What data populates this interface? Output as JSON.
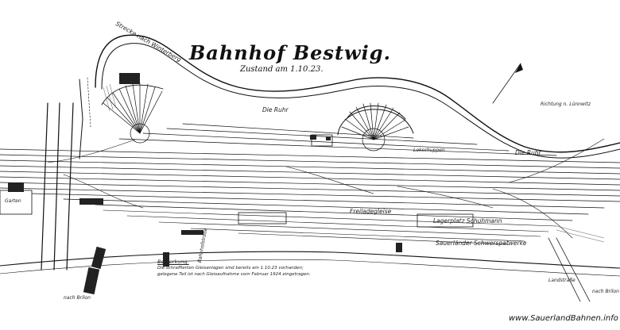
{
  "map": {
    "title": "Bahnhof Bestwig.",
    "subtitle": "Zustand am 1.10.23.",
    "labels": {
      "ruhr_upper": "Die Ruhr",
      "ruhr_right": "Die Ruhr",
      "winterberg": "Strecke nach Winterberg",
      "loco_shed_label": "Lokschuppen",
      "freiladegleise": "Freiladegleise",
      "lagerplatz": "Lagerplatz Schuhmann",
      "sauerlaender": "Sauerländer Schwerspatwerke",
      "richtung_luennwitz": "Richtung n. Lünnwitz",
      "landstrasse": "Landstraße",
      "nach_brilon": "nach Brilon",
      "nach_brilon_right": "nach Brilon",
      "bahnhofstrasse": "Bahnhofstraße",
      "garten": "Garten"
    },
    "note": {
      "heading": "Bemerkung:",
      "lines": [
        "Die schraffierten Gleisanlagen sind bereits am 1.10.23 vorhanden;",
        "gelegene Teil ist nach Gleisaufnahme vom Februar 1924 eingetragen."
      ]
    },
    "watermark": "www.SauerlandBahnen.info"
  },
  "colors": {
    "ink": "#111111",
    "paper": "#ffffff"
  }
}
